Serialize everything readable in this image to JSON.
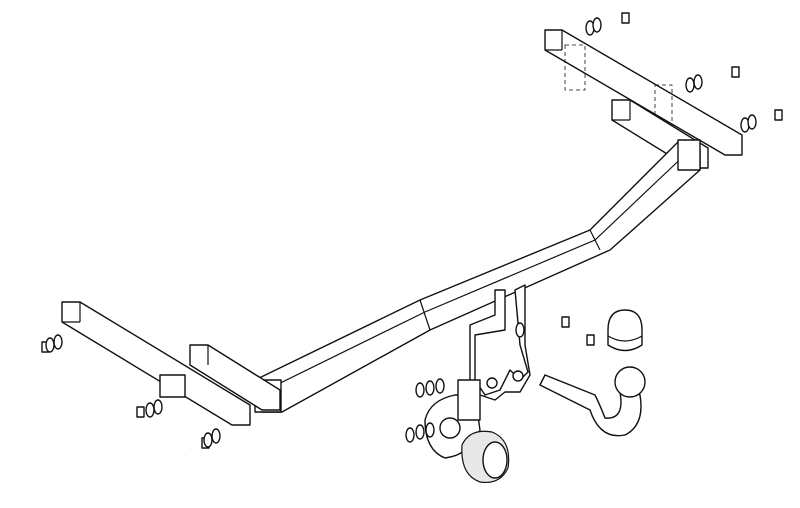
{
  "diagram": {
    "type": "exploded-assembly",
    "parts": [
      "crossbar",
      "left-bracket",
      "right-bracket",
      "drop-plate",
      "tow-ball-neck",
      "tow-ball-cap",
      "electrical-socket",
      "socket-plate",
      "bolts",
      "washers",
      "nuts"
    ]
  },
  "colors": {
    "line": "#111111",
    "background": "#ffffff"
  }
}
